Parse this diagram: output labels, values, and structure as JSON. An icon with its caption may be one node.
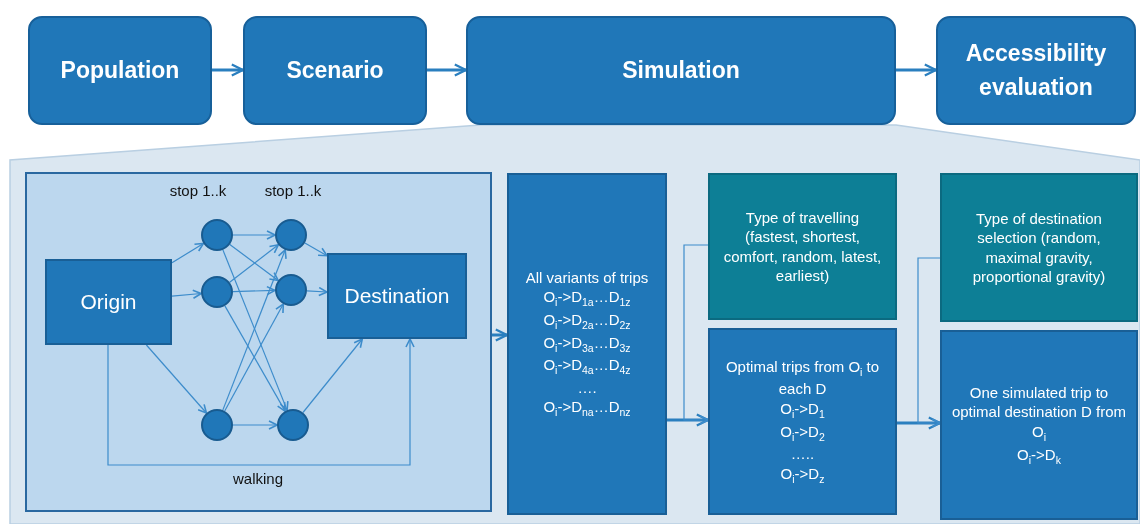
{
  "diagram": {
    "nodes": [
      {
        "text": [
          "Population"
        ]
      },
      {
        "text": [
          "Scenario"
        ]
      },
      {
        "text": [
          "Simulation"
        ]
      },
      {
        "text": [
          "Accessibility evaluation"
        ]
      },
      {
        "text": [],
        "shape": "box"
      },
      {
        "text": [
          "Origin"
        ],
        "in": 4
      },
      {
        "text": [],
        "shape": "circle",
        "in": 4
      },
      {
        "text": [],
        "shape": "circle",
        "in": 4
      },
      {
        "text": [],
        "shape": "circle",
        "in": 4
      },
      {
        "text": [],
        "shape": "circle",
        "in": 4
      },
      {
        "text": [],
        "shape": "circle",
        "in": 4
      },
      {
        "text": [],
        "shape": "circle",
        "in": 4
      },
      {
        "text": [
          "Destination"
        ],
        "in": 4
      },
      {
        "text": [
          "All variants of trips",
          "O$_{i}$->D$_{1a}$…D$_{1z}$",
          "O$_{i}$->D$_{2a}$…D$_{2z}$",
          "O$_{i}$->D$_{3a}$…D$_{3z}$",
          "O$_{i}$->D$_{4a}$…D$_{4z}$",
          "….",
          "O$_{i}$->D$_{na}$…D$_{nz}$"
        ]
      },
      {
        "text": [
          "Type of travelling (fastest, shortest, comfort, random, latest, earliest)"
        ]
      },
      {
        "text": [
          "Optimal trips from O$_{i}$ to each D",
          "O$_{i}$->D$_{1}$",
          "O$_{i}$->D$_{2}$",
          "…..",
          "O$_{i}$->D$_{z}$"
        ]
      },
      {
        "text": [
          "Type of destination selection (random, maximal gravity, proportional gravity)"
        ]
      },
      {
        "text": [
          "One simulated trip to optimal destination D from O$_{i}$",
          "O$_{i}$->D$_{k}$"
        ]
      }
    ],
    "edges": [
      {
        "from": 0,
        "to": 1,
        "arrow": "to",
        "style": "thick"
      },
      {
        "from": 1,
        "to": 2,
        "arrow": "to",
        "style": "thick"
      },
      {
        "from": 2,
        "to": 3,
        "arrow": "to",
        "style": "thick"
      },
      {
        "from": 5,
        "to": 6,
        "arrow": "to"
      },
      {
        "from": 5,
        "to": 7,
        "arrow": "to"
      },
      {
        "from": 5,
        "to": 8,
        "arrow": "to"
      },
      {
        "from": 6,
        "to": 9,
        "arrow": "to"
      },
      {
        "from": 6,
        "to": 10,
        "arrow": "to"
      },
      {
        "from": 6,
        "to": 11,
        "arrow": "to"
      },
      {
        "from": 7,
        "to": 9,
        "arrow": "to"
      },
      {
        "from": 7,
        "to": 10,
        "arrow": "to"
      },
      {
        "from": 7,
        "to": 11,
        "arrow": "to"
      },
      {
        "from": 8,
        "to": 9,
        "arrow": "to"
      },
      {
        "from": 8,
        "to": 10,
        "arrow": "to"
      },
      {
        "from": 8,
        "to": 11,
        "arrow": "to"
      },
      {
        "from": 9,
        "to": 12,
        "arrow": "to"
      },
      {
        "from": 10,
        "to": 12,
        "arrow": "to"
      },
      {
        "from": 11,
        "to": 12,
        "arrow": "to"
      },
      {
        "from": 5,
        "to": 12,
        "arrow": "to",
        "label": "walking"
      },
      {
        "from": 4,
        "to": 13,
        "arrow": "to",
        "style": "thick"
      },
      {
        "from": 13,
        "to": 15,
        "arrow": "to",
        "style": "thick"
      },
      {
        "from": 14,
        "to": 15,
        "arrow": "to"
      },
      {
        "from": 15,
        "to": 17,
        "arrow": "to",
        "style": "thick"
      },
      {
        "from": 16,
        "to": 17,
        "arrow": "to"
      }
    ],
    "labels": [
      "stop 1..k",
      "stop 1..k"
    ]
  }
}
